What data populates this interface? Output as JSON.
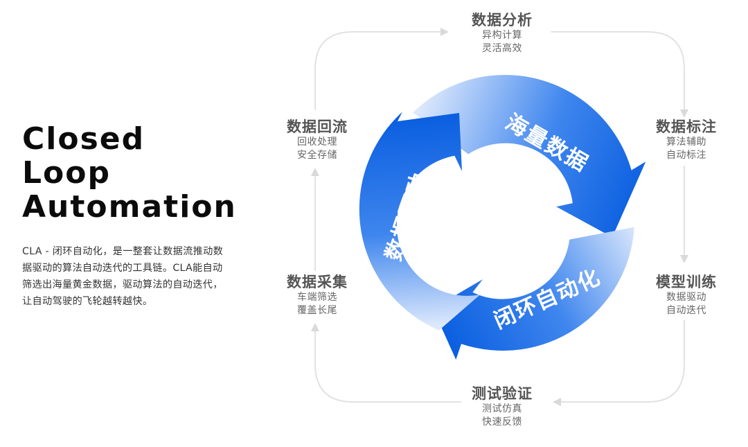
{
  "title": {
    "lines": [
      "Closed",
      "Loop",
      "Automation"
    ]
  },
  "description": {
    "lines": [
      "CLA - 闭环自动化，是一整套让数据流推动数",
      "据驱动的算法自动迭代的工具链。CLA能自动",
      "筛选出海量黄金数据，驱动算法的自动迭代，",
      "让自动驾驶的飞轮越转越快。"
    ]
  },
  "ring": {
    "labels": [
      "海量数据",
      "闭环自动化",
      "数据驱动"
    ],
    "colors": {
      "deep": "#0b5fe0",
      "light": "#dce8fc"
    }
  },
  "nodes": [
    {
      "id": "analysis",
      "title": "数据分析",
      "sub": [
        "异构计算",
        "灵活高效"
      ]
    },
    {
      "id": "annotation",
      "title": "数据标注",
      "sub": [
        "算法辅助",
        "自动标注"
      ]
    },
    {
      "id": "training",
      "title": "模型训练",
      "sub": [
        "数据驱动",
        "自动迭代"
      ]
    },
    {
      "id": "verification",
      "title": "测试验证",
      "sub": [
        "测试仿真",
        "快速反馈"
      ]
    },
    {
      "id": "collection",
      "title": "数据采集",
      "sub": [
        "车端筛选",
        "覆盖长尾"
      ]
    },
    {
      "id": "reflow",
      "title": "数据回流",
      "sub": [
        "回收处理",
        "安全存储"
      ]
    }
  ]
}
